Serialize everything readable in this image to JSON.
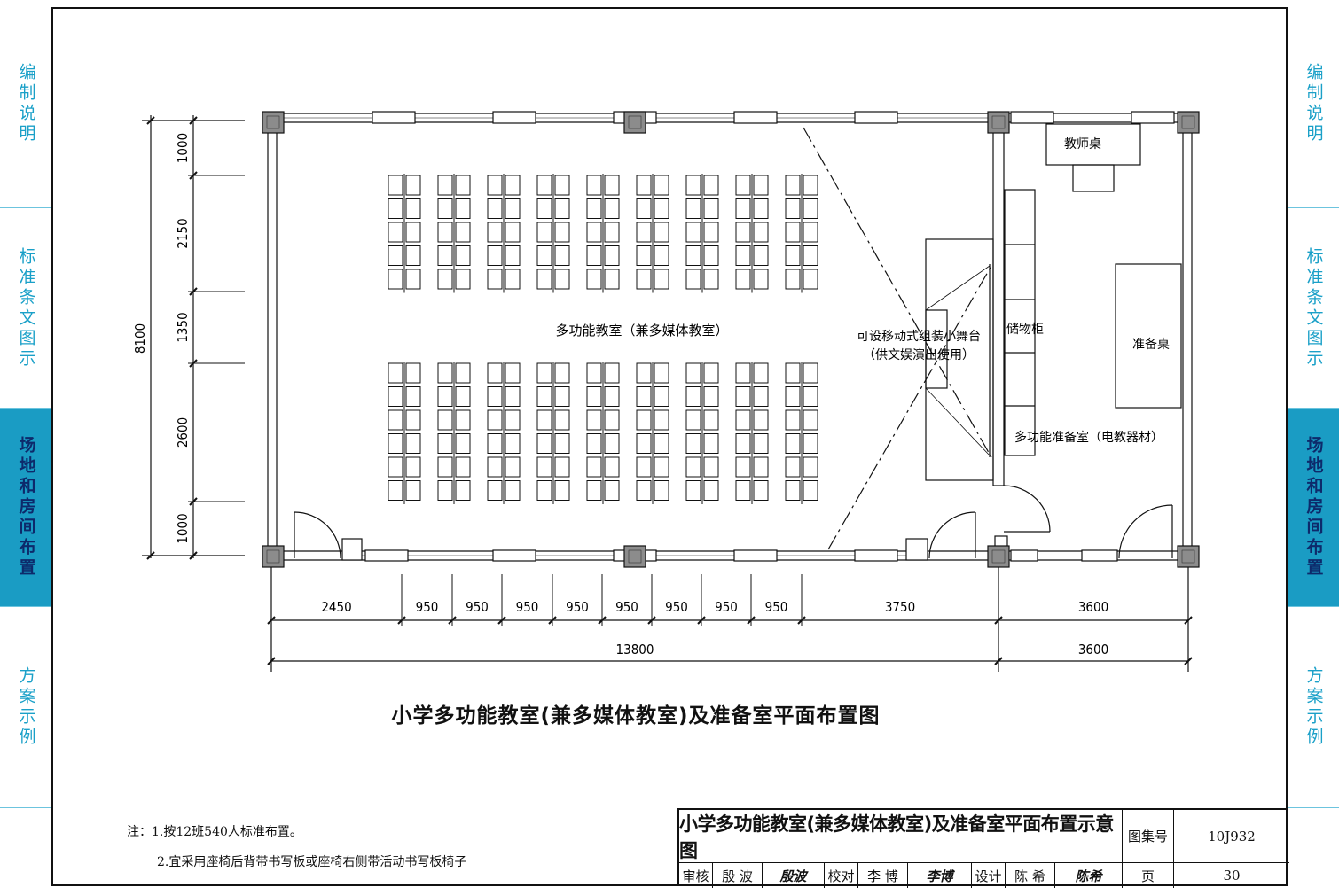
{
  "side_tabs": [
    {
      "label": "编制说明",
      "active": false
    },
    {
      "label": "标准条文图示",
      "active": false
    },
    {
      "label": "场地和房间布置",
      "active": true
    },
    {
      "label": "方案示例",
      "active": false
    }
  ],
  "colors": {
    "tab_text": "#1aa0c8",
    "tab_active_bg": "#1a9cc4",
    "tab_active_text": "#0d2a6b",
    "line": "#111111",
    "column_fill": "#8c8c8c"
  },
  "room_labels": {
    "main_room": "多功能教室（兼多媒体教室）",
    "stage_line1": "可设移动式组装小舞台",
    "stage_line2": "（供文娱演出使用）",
    "storage": "储物柜",
    "teacher_desk": "教师桌",
    "prep_desk": "准备桌",
    "prep_room": "多功能准备室（电教器材）"
  },
  "dimensions": {
    "total_height": "8100",
    "vertical": [
      "1000",
      "2150",
      "1350",
      "2600",
      "1000"
    ],
    "horizontal": [
      "2450",
      "950",
      "950",
      "950",
      "950",
      "950",
      "950",
      "950",
      "950",
      "3750",
      "3600"
    ],
    "totals": [
      "13800",
      "3600"
    ]
  },
  "drawing_title": "小学多功能教室(兼多媒体教室)及准备室平面布置图",
  "notes": {
    "line1": "注：1.按12班540人标准布置。",
    "line2": "2.宜采用座椅后背带书写板或座椅右侧带活动书写板椅子"
  },
  "title_block": {
    "title": "小学多功能教室(兼多媒体教室)及准备室平面布置示意图",
    "atlas_label": "图集号",
    "atlas_no": "10J932",
    "review_label": "审核",
    "review_name": "殷 波",
    "review_sig": "殷波",
    "check_label": "校对",
    "check_name": "李 博",
    "check_sig": "李博",
    "design_label": "设计",
    "design_name": "陈 希",
    "design_sig": "陈希",
    "page_label": "页",
    "page_no": "30"
  }
}
